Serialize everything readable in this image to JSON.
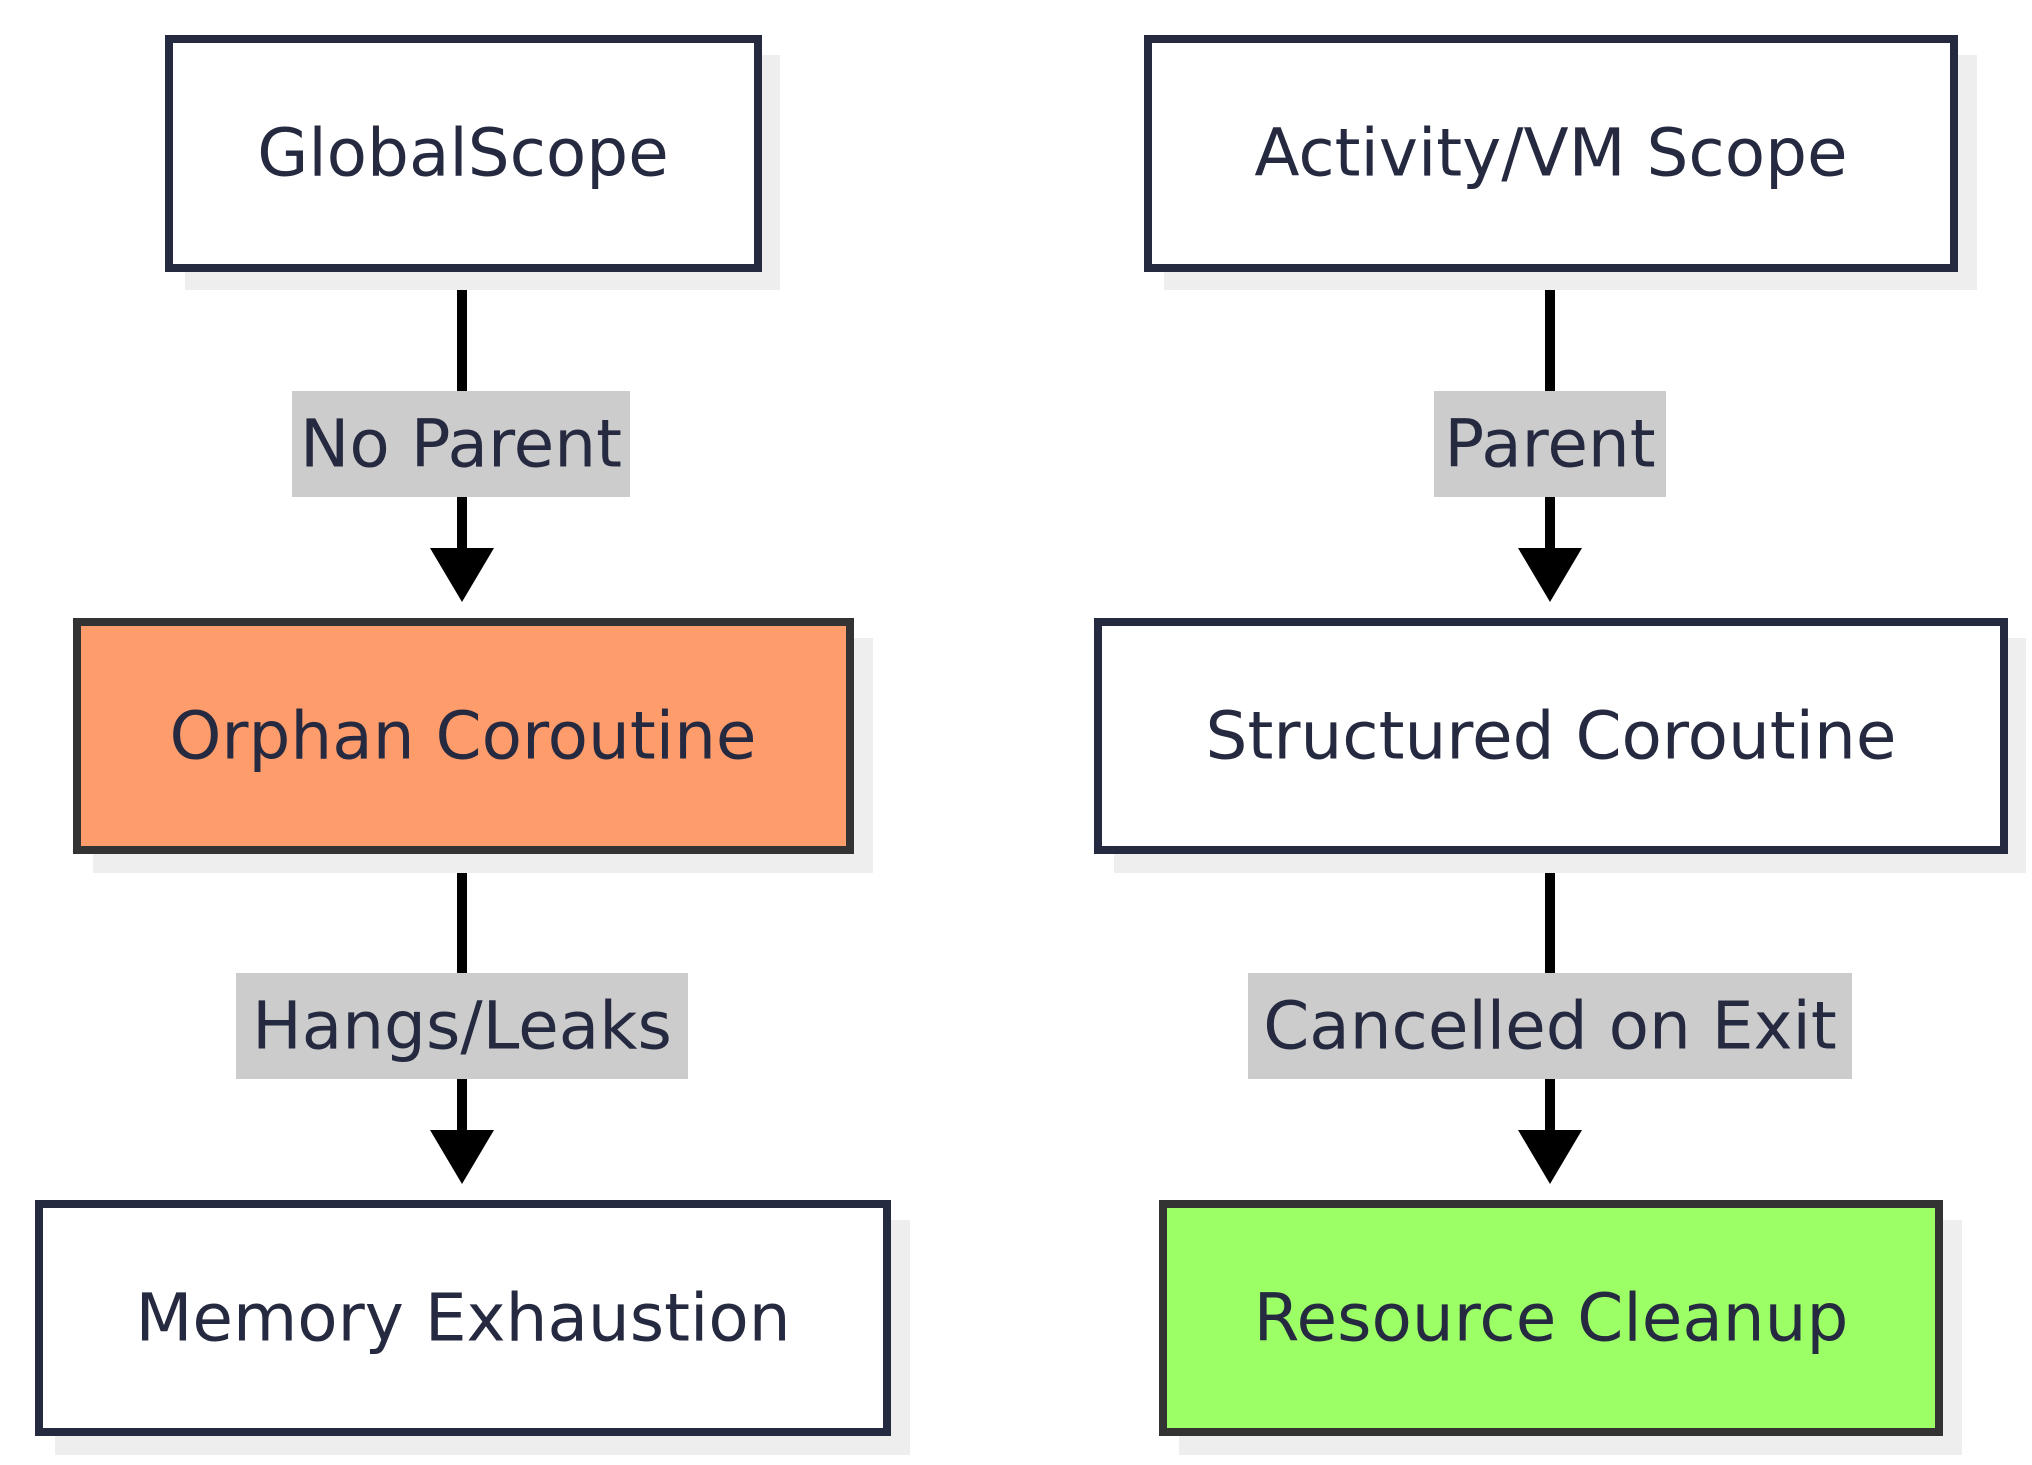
{
  "nodes": [
    {
      "id": "global",
      "label": "GlobalScope",
      "fill": "#ffffff"
    },
    {
      "id": "orphan",
      "label": "Orphan Coroutine",
      "fill": "#ff9c6b"
    },
    {
      "id": "memory",
      "label": "Memory Exhaustion",
      "fill": "#ffffff"
    },
    {
      "id": "activity",
      "label": "Activity/VM Scope",
      "fill": "#ffffff"
    },
    {
      "id": "structured",
      "label": "Structured Coroutine",
      "fill": "#ffffff"
    },
    {
      "id": "cleanup",
      "label": "Resource Cleanup",
      "fill": "#9cff66"
    }
  ],
  "edges": [
    {
      "from": "global",
      "to": "orphan",
      "label": "No Parent"
    },
    {
      "from": "orphan",
      "to": "memory",
      "label": "Hangs/Leaks"
    },
    {
      "from": "activity",
      "to": "structured",
      "label": "Parent"
    },
    {
      "from": "structured",
      "to": "cleanup",
      "label": "Cancelled on Exit"
    }
  ],
  "colors": {
    "border": "#262a40",
    "highlight_border": "#333333",
    "shadow": "#eeeeee",
    "edge": "#000000",
    "edge_label_bg": "#cccccc",
    "text": "#262a40"
  }
}
